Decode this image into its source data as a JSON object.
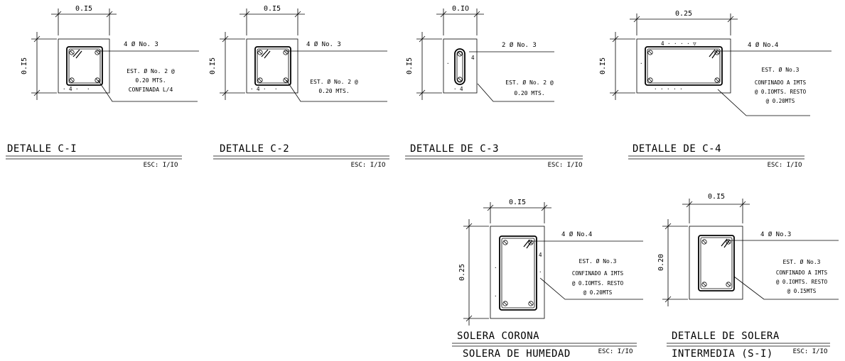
{
  "details": [
    {
      "id": "c1",
      "title": "DETALLE C-I",
      "scale": "ESC: I/IO",
      "width_label": "0.I5",
      "height_label": "0.I5",
      "rebar_label": "4 Ø No. 3",
      "stirrup_lines": [
        "EST. Ø No. 2 @",
        "0.20 MTS.",
        "CONFINADA L/4"
      ]
    },
    {
      "id": "c2",
      "title": "DETALLE C-2",
      "scale": "ESC: I/IO",
      "width_label": "0.I5",
      "height_label": "0.I5",
      "rebar_label": "4 Ø No. 3",
      "stirrup_lines": [
        "EST. Ø No. 2 @",
        "0.20 MTS."
      ]
    },
    {
      "id": "c3",
      "title": "DETALLE DE C-3",
      "scale": "ESC: I/IO",
      "width_label": "0.IO",
      "height_label": "0.I5",
      "rebar_label": "2 Ø No. 3",
      "stirrup_lines": [
        "EST. Ø No. 2 @",
        "0.20 MTS."
      ]
    },
    {
      "id": "c4",
      "title": "DETALLE DE C-4",
      "scale": "ESC: I/IO",
      "width_label": "0.25",
      "height_label": "0.I5",
      "rebar_label": "4 Ø No.4",
      "stirrup_lines": [
        "EST. Ø  No.3",
        "CONFINADO A IMTS",
        "@ 0.IOMTS. RESTO",
        "@ 0.20MTS"
      ]
    },
    {
      "id": "sc",
      "title": "SOLERA CORONA",
      "title2": "SOLERA DE HUMEDAD",
      "scale": "ESC: I/IO",
      "width_label": "0.I5",
      "height_label": "0.25",
      "rebar_label": "4 Ø No.4",
      "stirrup_lines": [
        "EST. Ø  No.3",
        "CONFINADO A IMTS",
        "@ 0.IOMTS. RESTO",
        "@ 0.20MTS"
      ]
    },
    {
      "id": "si",
      "title": "DETALLE DE SOLERA",
      "title2": "INTERMEDIA (S-I)",
      "scale": "ESC: I/IO",
      "width_label": "0.I5",
      "height_label": "0.20",
      "rebar_label": "4 Ø No.3",
      "stirrup_lines": [
        "EST. Ø  No.3",
        "CONFINADO A IMTS",
        "@ 0.IOMTS. RESTO",
        "@ 0.I5MTS"
      ]
    }
  ]
}
